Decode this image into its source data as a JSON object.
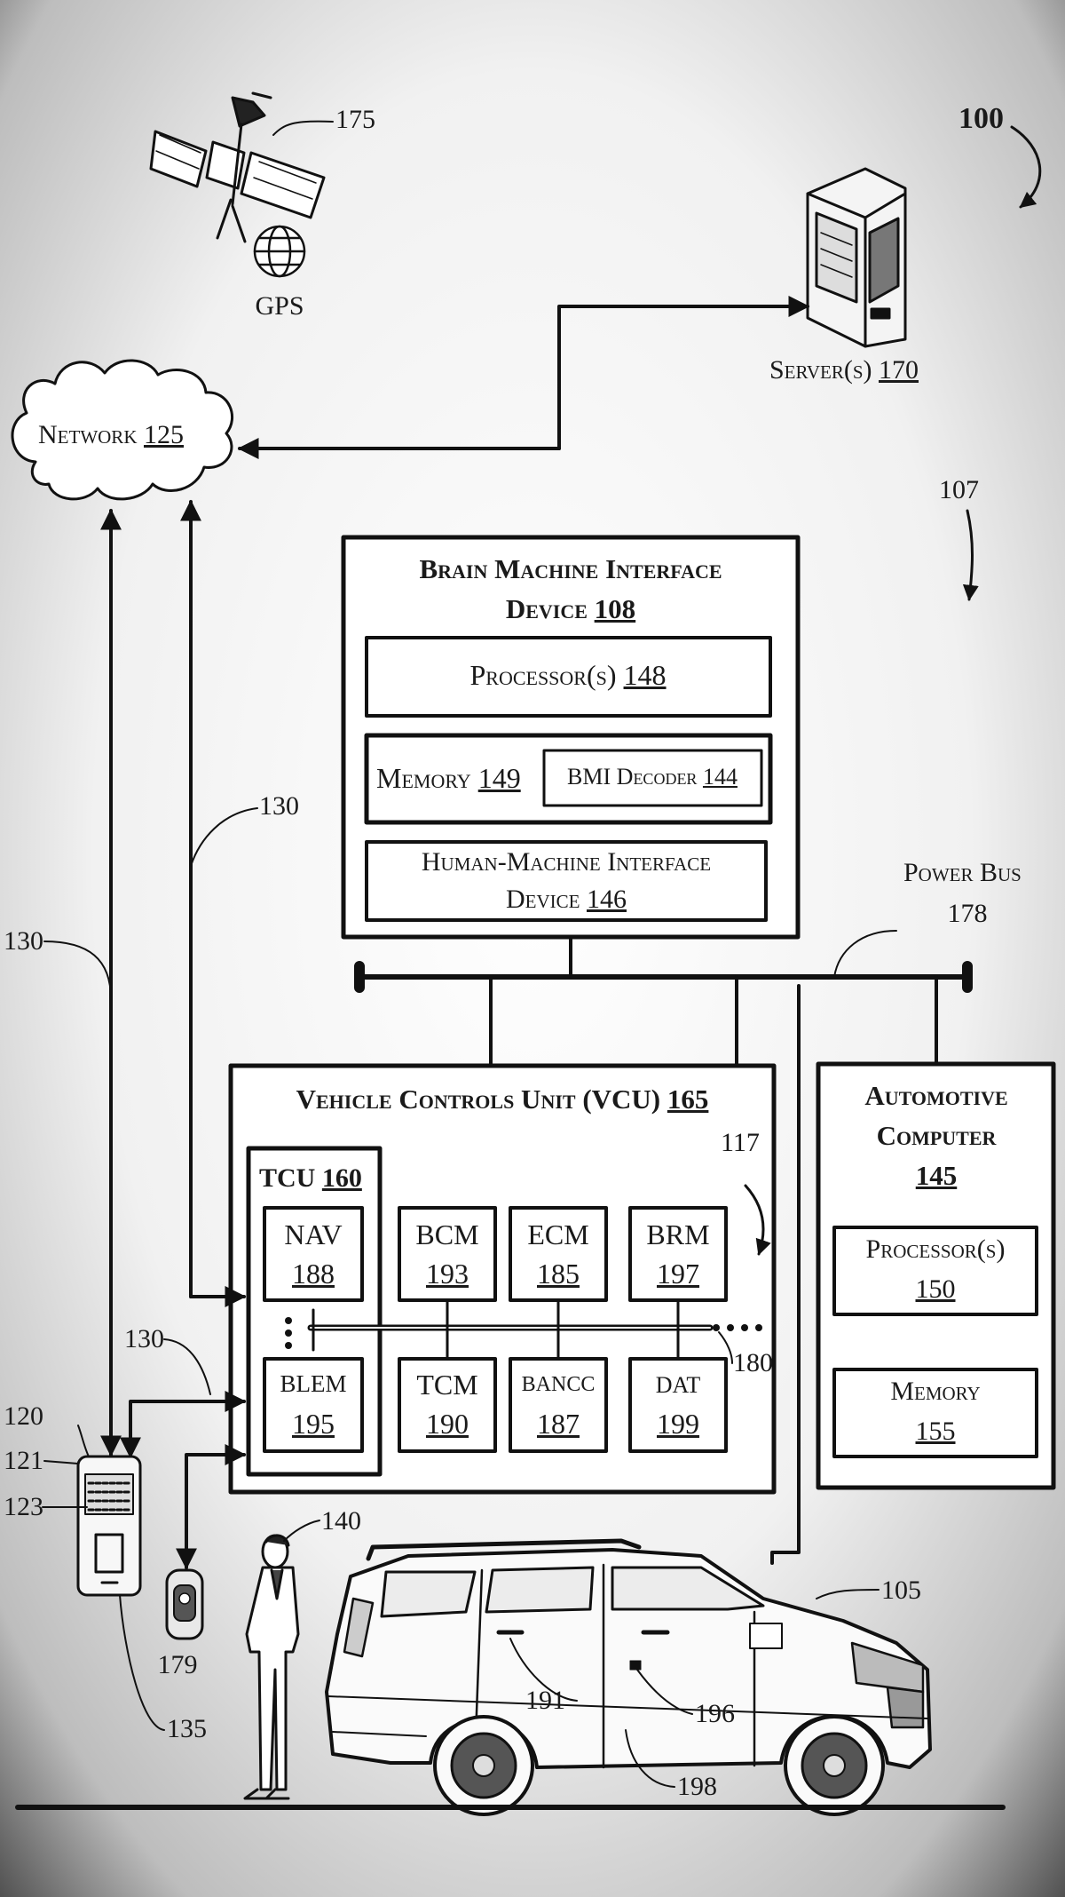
{
  "figure": {
    "figure_number": "100",
    "system_ref": "107"
  },
  "satellite": {
    "ref": "175",
    "label": "GPS"
  },
  "server": {
    "label": "Server(s)",
    "ref": "170"
  },
  "network": {
    "label": "Network",
    "ref": "125"
  },
  "bmi": {
    "title_line1": "Brain Machine Interface",
    "title_line2": "Device",
    "ref": "108",
    "processor": {
      "label": "Processor(s)",
      "ref": "148"
    },
    "memory": {
      "label": "Memory",
      "ref": "149"
    },
    "decoder": {
      "label": "BMI Decoder",
      "ref": "144"
    },
    "hmi": {
      "label_line1": "Human-Machine Interface",
      "label_line2": "Device",
      "ref": "146"
    }
  },
  "power_bus": {
    "label": "Power Bus",
    "ref": "178"
  },
  "vcu": {
    "title": "Vehicle Controls Unit (VCU)",
    "ref": "165",
    "bus_ref": "117",
    "line_ref": "180",
    "tcu": {
      "label": "TCU",
      "ref": "160"
    },
    "modules": [
      {
        "label": "NAV",
        "ref": "188"
      },
      {
        "label": "BCM",
        "ref": "193"
      },
      {
        "label": "ECM",
        "ref": "185"
      },
      {
        "label": "BRM",
        "ref": "197"
      },
      {
        "label": "BLEM",
        "ref": "195"
      },
      {
        "label": "TCM",
        "ref": "190"
      },
      {
        "label": "BANCC",
        "ref": "187"
      },
      {
        "label": "DAT",
        "ref": "199"
      }
    ]
  },
  "automotive_computer": {
    "title_line1": "Automotive",
    "title_line2": "Computer",
    "ref": "145",
    "processor": {
      "label": "Processor(s)",
      "ref": "150"
    },
    "memory": {
      "label": "Memory",
      "ref": "155"
    }
  },
  "links": {
    "ref_left": "130",
    "ref_middle": "130",
    "ref_lower": "130"
  },
  "mobile": {
    "ref_device": "120",
    "ref_screen": "121",
    "ref_keypad": "123",
    "ref_app": "135"
  },
  "fob": {
    "ref": "179"
  },
  "user": {
    "ref": "140"
  },
  "vehicle": {
    "ref": "105",
    "ref_handle": "191",
    "ref_sensor": "196",
    "ref_lower": "198"
  }
}
